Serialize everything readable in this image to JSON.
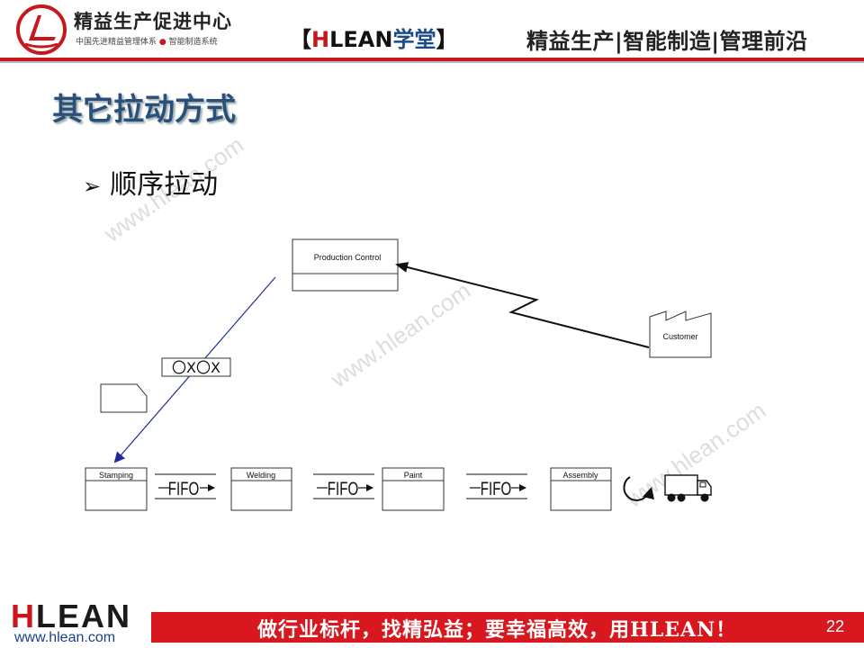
{
  "header": {
    "center_name": "精益生产促进中心",
    "center_sub_a": "中国先进精益管理体系",
    "center_sub_b": "智能制造系统",
    "brand_left": "【",
    "brand_h": "H",
    "brand_lean": "LEAN",
    "brand_school": "学堂",
    "brand_right": "】",
    "slogan": "精益生产|智能制造|管理前沿"
  },
  "title": "其它拉动方式",
  "bullet": {
    "arrow": "➢",
    "text": "顺序拉动"
  },
  "watermark": "www.hlean.com",
  "diagram": {
    "production_control": "Production Control",
    "customer": "Customer",
    "signal": "〇X〇X",
    "processes": [
      "Stamping",
      "Welding",
      "Paint",
      "Assembly"
    ],
    "fifo_label": "FIFO"
  },
  "footer": {
    "slogan": "做行业标杆，找精弘益；要幸福高效，用HLEAN！",
    "page": "22",
    "logo_h": "H",
    "logo_rest": "LEAN",
    "url": "www.hlean.com"
  },
  "colors": {
    "brand_red": "#c8161d",
    "title_blue": "#2a4f7a",
    "arrow_blue": "#1f2a9a"
  }
}
